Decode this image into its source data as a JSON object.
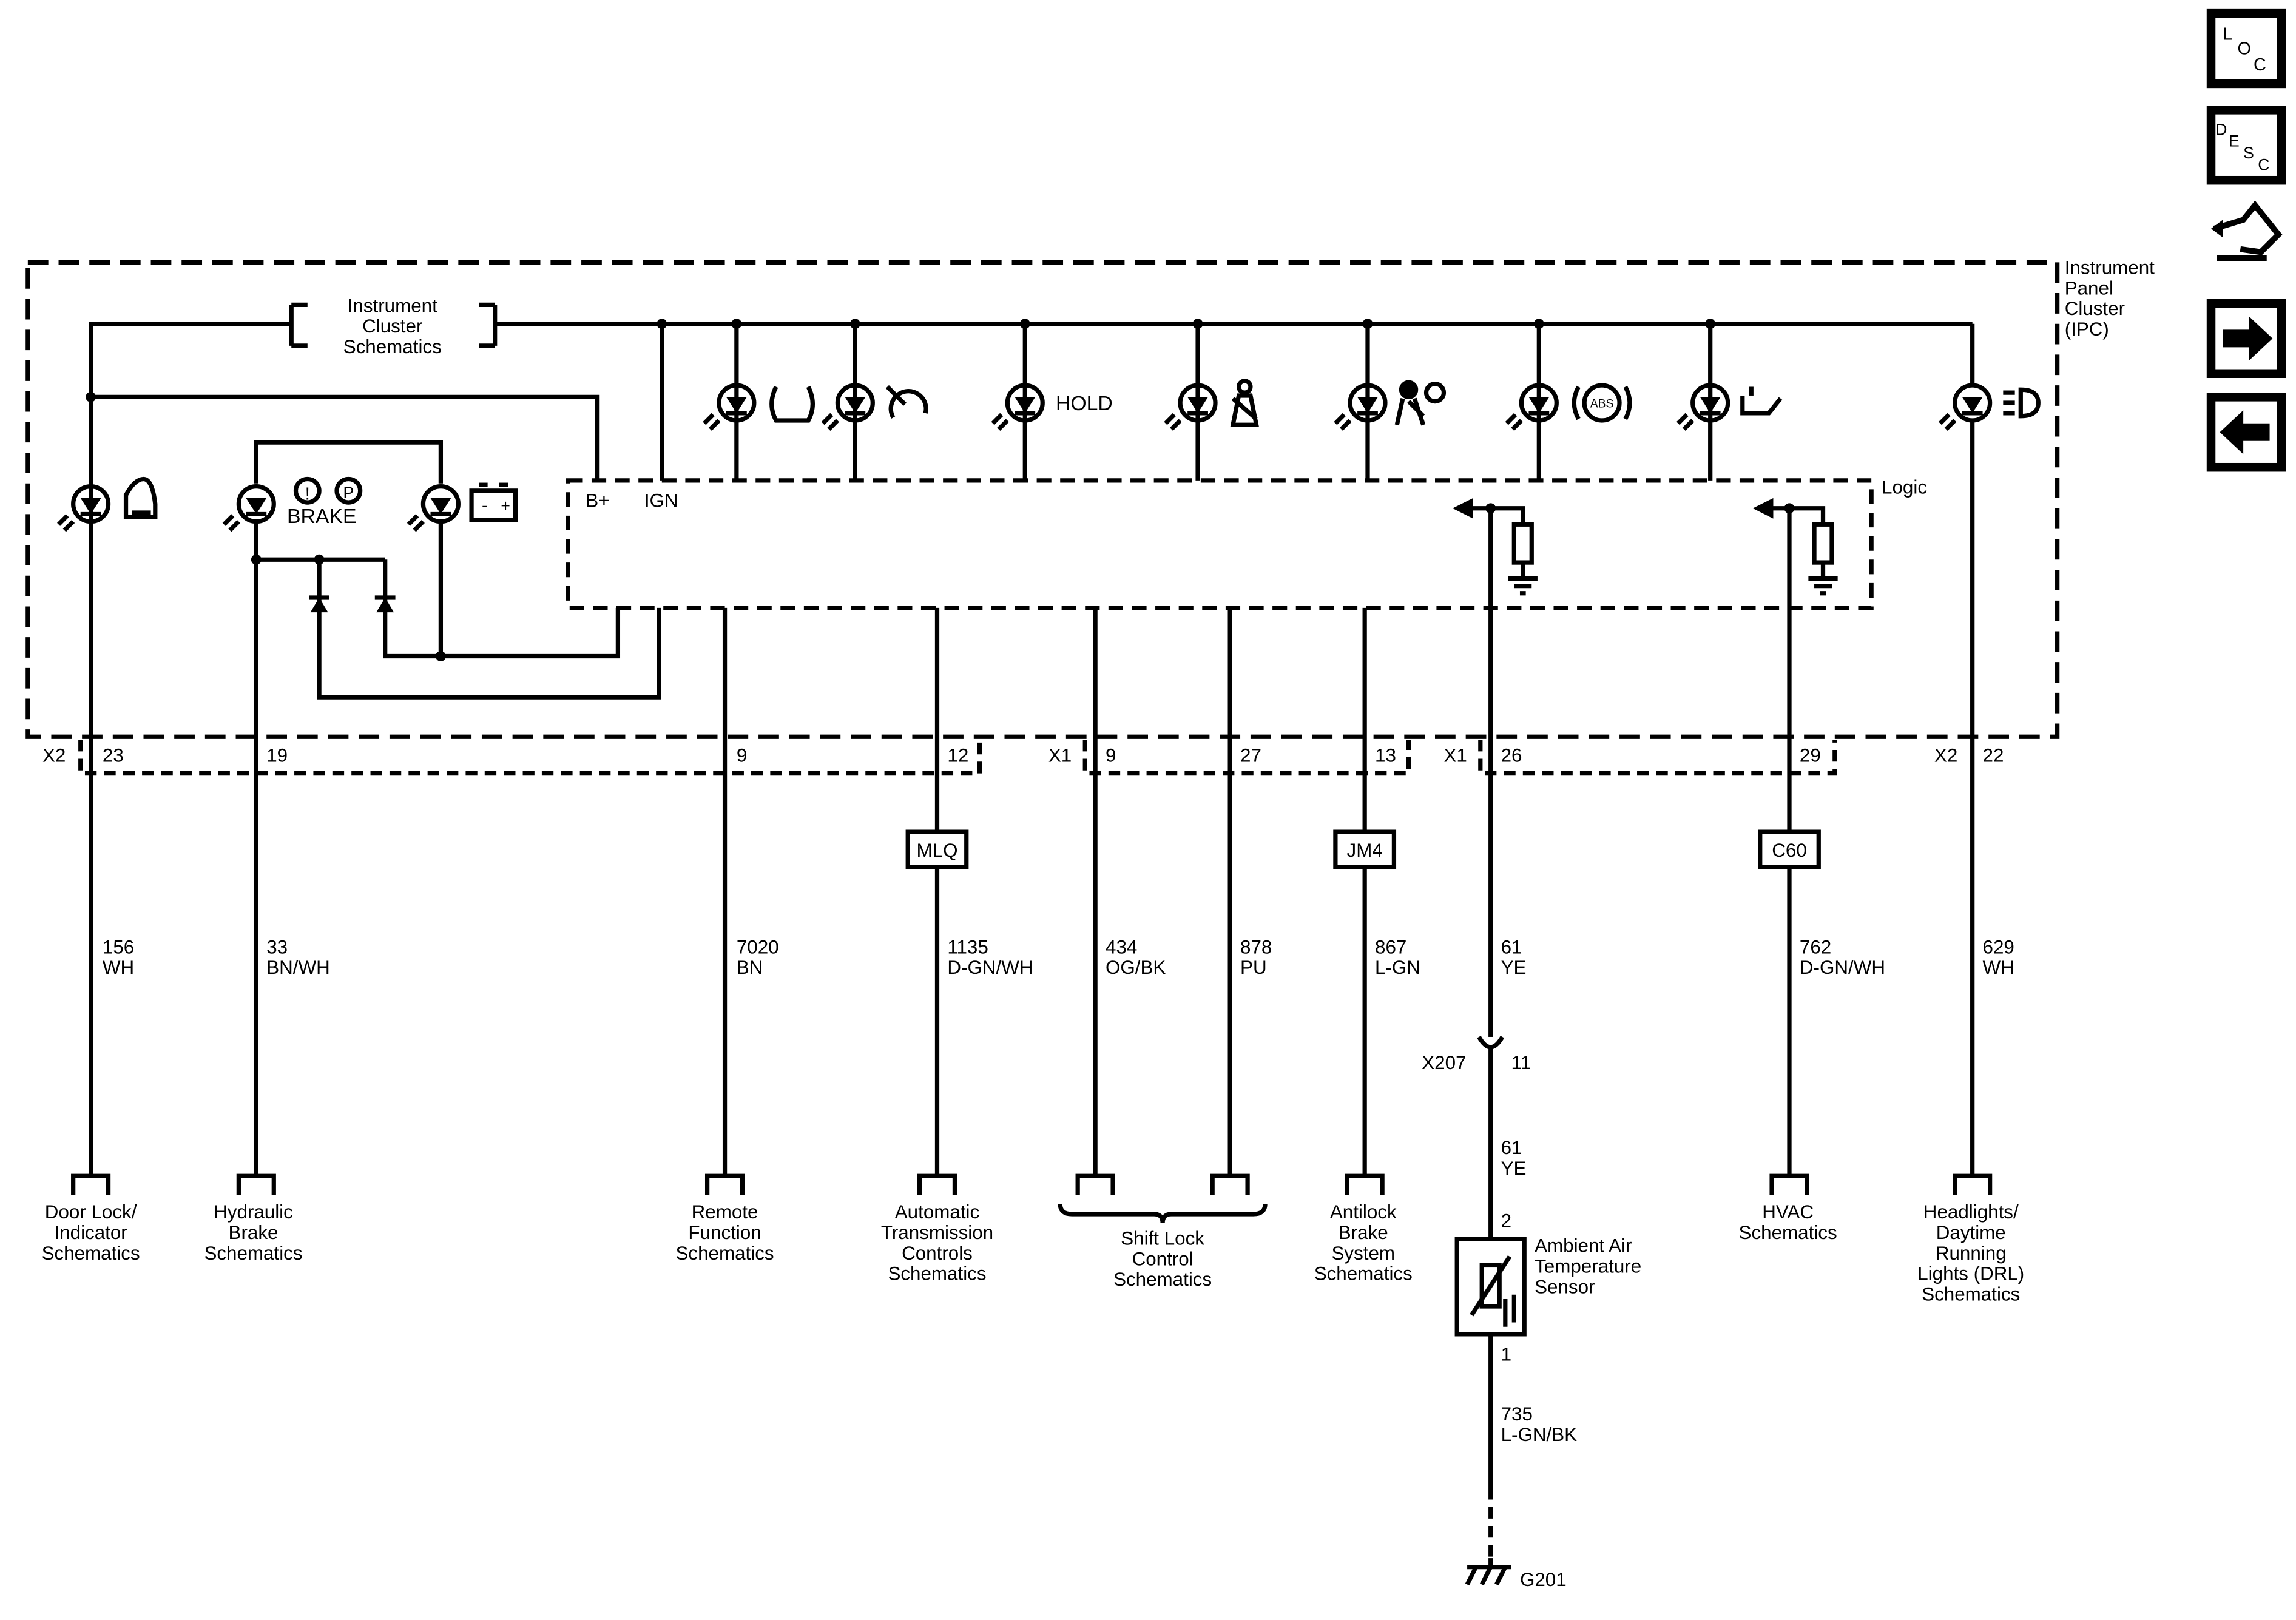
{
  "ipc": {
    "title_lines": [
      "Instrument",
      "Panel",
      "Cluster",
      "(IPC)"
    ],
    "cluster_ref_lines": [
      "Instrument",
      "Cluster",
      "Schematics"
    ],
    "logic_label": "Logic",
    "bplus_label": "B+",
    "ign_label": "IGN",
    "brake_label": "BRAKE",
    "hold_label": "HOLD",
    "abs_label": "ABS"
  },
  "connectors": {
    "x2_left": "X2",
    "x1_mid": "X1",
    "x1_right": "X1",
    "x2_right": "X2"
  },
  "pins": [
    "23",
    "19",
    "9",
    "12",
    "9",
    "27",
    "13",
    "26",
    "29",
    "22"
  ],
  "options": [
    "MLQ",
    "JM4",
    "C60"
  ],
  "wires": [
    {
      "circuit": "156",
      "color": "WH"
    },
    {
      "circuit": "33",
      "color": "BN/WH"
    },
    {
      "circuit": "7020",
      "color": "BN"
    },
    {
      "circuit": "1135",
      "color": "D-GN/WH"
    },
    {
      "circuit": "434",
      "color": "OG/BK"
    },
    {
      "circuit": "878",
      "color": "PU"
    },
    {
      "circuit": "867",
      "color": "L-GN"
    },
    {
      "circuit": "61",
      "color": "YE"
    },
    {
      "circuit": "762",
      "color": "D-GN/WH"
    },
    {
      "circuit": "629",
      "color": "WH"
    }
  ],
  "lower_wires": [
    {
      "circuit": "61",
      "color": "YE"
    },
    {
      "circuit": "735",
      "color": "L-GN/BK"
    }
  ],
  "inline_connector": {
    "name": "X207",
    "pin": "11"
  },
  "sensor": {
    "lines": [
      "Ambient Air",
      "Temperature",
      "Sensor"
    ],
    "pin_top": "2",
    "pin_bottom": "1"
  },
  "ground": "G201",
  "destinations": [
    {
      "lines": [
        "Door Lock/",
        "Indicator",
        "Schematics"
      ]
    },
    {
      "lines": [
        "Hydraulic",
        "Brake",
        "Schematics"
      ]
    },
    {
      "lines": [
        "Remote",
        "Function",
        "Schematics"
      ]
    },
    {
      "lines": [
        "Automatic",
        "Transmission",
        "Controls",
        "Schematics"
      ]
    },
    {
      "lines": [
        "Shift Lock",
        "Control",
        "Schematics"
      ]
    },
    {
      "lines": [
        "Antilock",
        "Brake",
        "System",
        "Schematics"
      ]
    },
    {
      "lines": [
        "HVAC",
        "Schematics"
      ]
    },
    {
      "lines": [
        "Headlights/",
        "Daytime",
        "Running",
        "Lights (DRL)",
        "Schematics"
      ]
    }
  ],
  "nav": {
    "loc": [
      "L",
      "O",
      "C"
    ],
    "desc": [
      "D",
      "E",
      "S",
      "C"
    ],
    "icons": [
      "connector-repair-icon",
      "next-arrow-icon",
      "previous-arrow-icon"
    ]
  }
}
